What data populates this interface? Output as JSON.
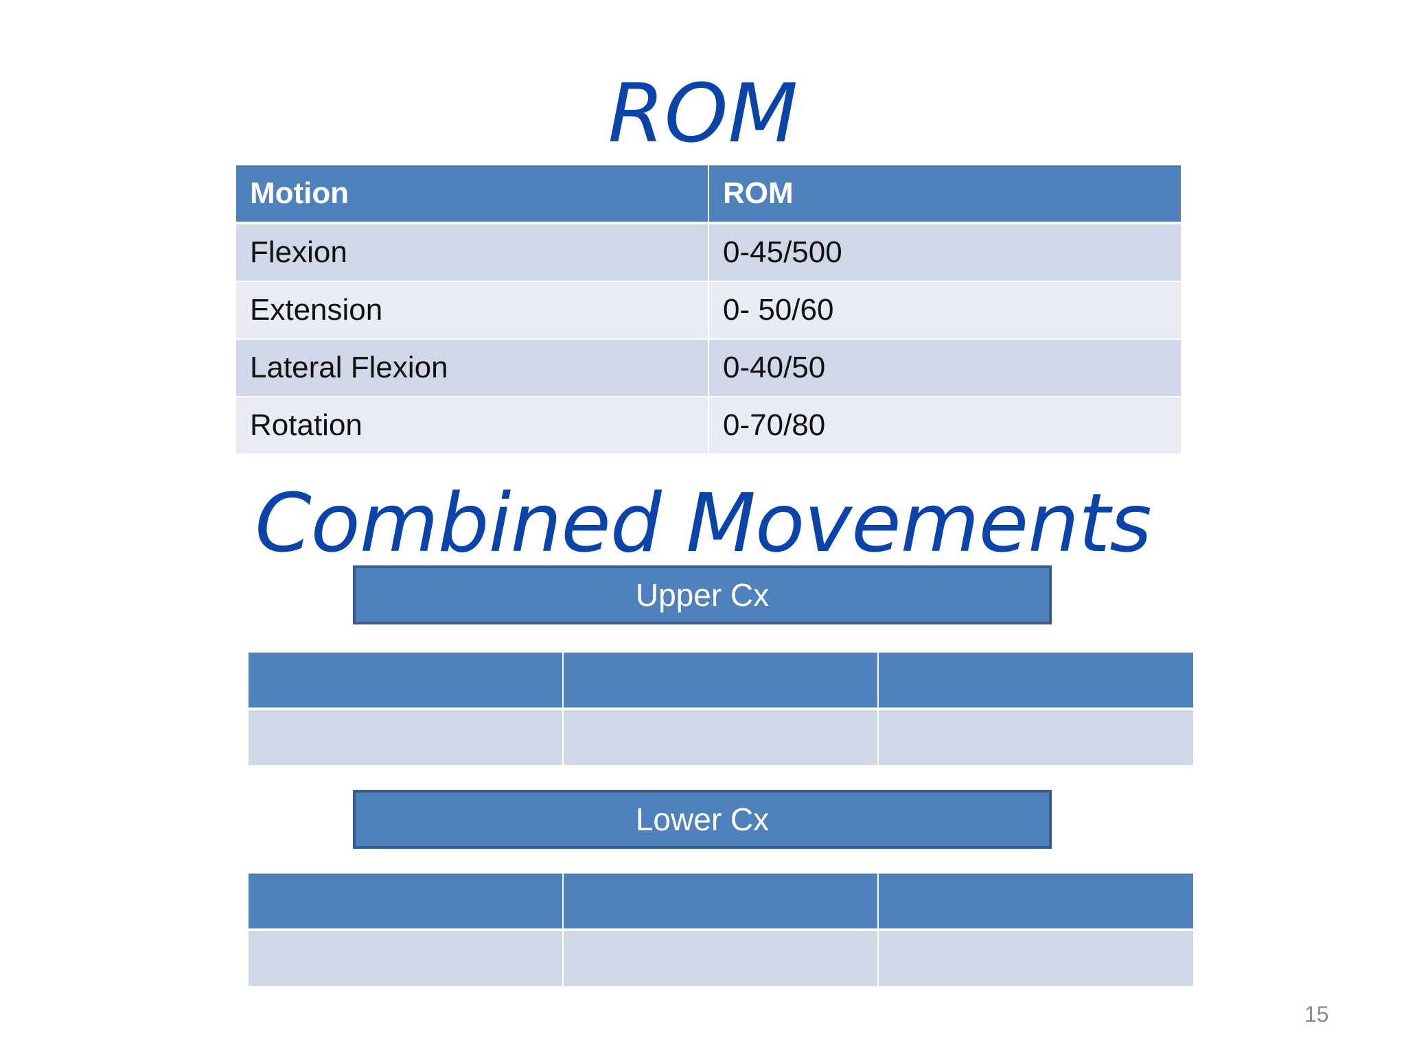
{
  "slide": {
    "title": "ROM",
    "subtitle": "Combined Movements",
    "page_number": "15"
  },
  "rom_table": {
    "headers": [
      "Motion",
      "ROM"
    ],
    "rows": [
      [
        "Flexion",
        "0-45/500"
      ],
      [
        "Extension",
        "0- 50/60"
      ],
      [
        "Lateral Flexion",
        "0-40/50"
      ],
      [
        "Rotation",
        "0-70/80"
      ]
    ]
  },
  "combined": {
    "upper_label": "Upper Cx",
    "lower_label": "Lower Cx"
  },
  "colors": {
    "title": "#0a44aa",
    "header_fill": "#4f81bd",
    "row_light": "#e9ebf5",
    "row_dark": "#d0d8e8",
    "banner_border": "#385d8a"
  }
}
